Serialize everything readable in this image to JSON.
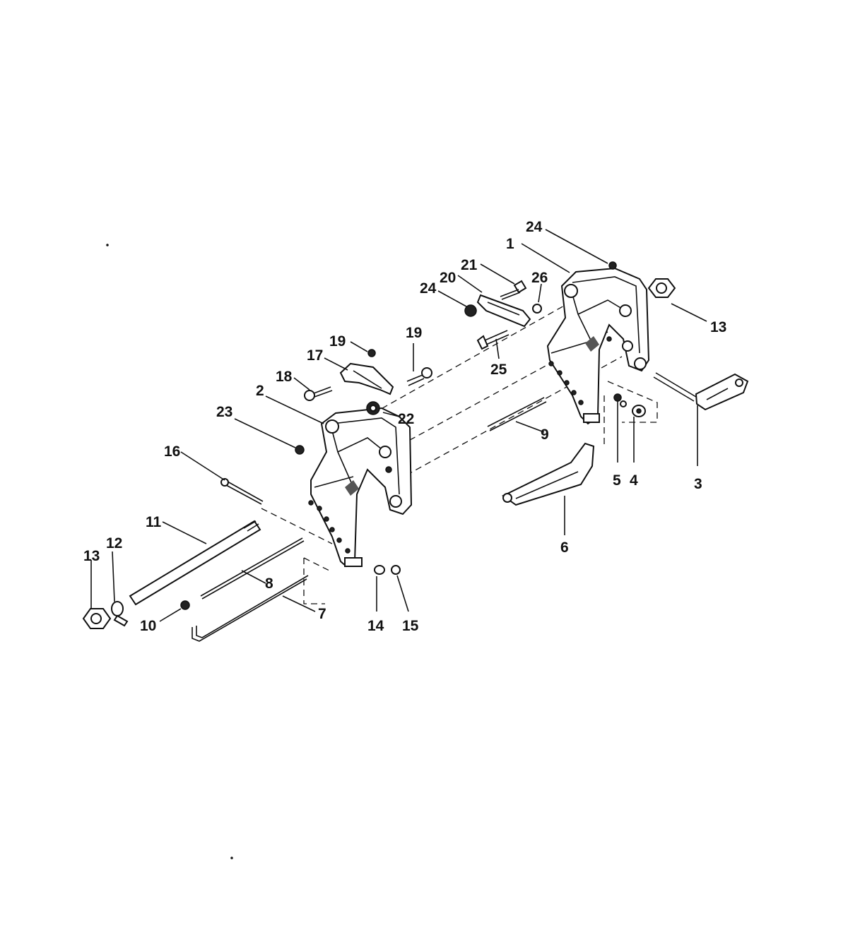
{
  "diagram": {
    "callouts": [
      {
        "id": "c1",
        "text": "1"
      },
      {
        "id": "c2",
        "text": "2"
      },
      {
        "id": "c3",
        "text": "3"
      },
      {
        "id": "c4",
        "text": "4"
      },
      {
        "id": "c5",
        "text": "5"
      },
      {
        "id": "c6",
        "text": "6"
      },
      {
        "id": "c7",
        "text": "7"
      },
      {
        "id": "c8",
        "text": "8"
      },
      {
        "id": "c9",
        "text": "9"
      },
      {
        "id": "c10",
        "text": "10"
      },
      {
        "id": "c11",
        "text": "11"
      },
      {
        "id": "c12",
        "text": "12"
      },
      {
        "id": "c13a",
        "text": "13"
      },
      {
        "id": "c13b",
        "text": "13"
      },
      {
        "id": "c14",
        "text": "14"
      },
      {
        "id": "c15",
        "text": "15"
      },
      {
        "id": "c16",
        "text": "16"
      },
      {
        "id": "c17",
        "text": "17"
      },
      {
        "id": "c18",
        "text": "18"
      },
      {
        "id": "c19a",
        "text": "19"
      },
      {
        "id": "c19b",
        "text": "19"
      },
      {
        "id": "c20",
        "text": "20"
      },
      {
        "id": "c21",
        "text": "21"
      },
      {
        "id": "c22",
        "text": "22"
      },
      {
        "id": "c23",
        "text": "23"
      },
      {
        "id": "c24a",
        "text": "24"
      },
      {
        "id": "c24b",
        "text": "24"
      },
      {
        "id": "c25",
        "text": "25"
      },
      {
        "id": "c26",
        "text": "26"
      }
    ]
  }
}
